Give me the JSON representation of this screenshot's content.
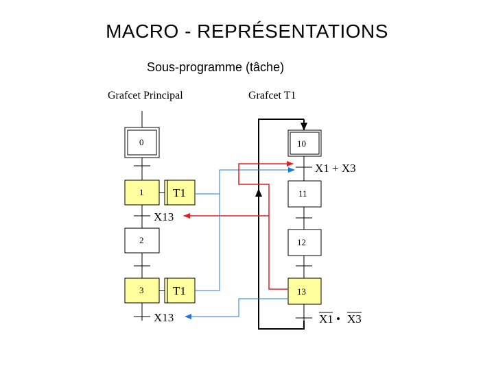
{
  "title": "MACRO - REPRÉSENTATIONS",
  "subtitle": "Sous-programme (tâche)",
  "colors": {
    "step_active": "#ffffa0",
    "red_arrow": "#e02020",
    "blue_arrow": "#1e78dc",
    "line": "#000000"
  },
  "principal": {
    "heading": "Grafcet Principal",
    "steps": [
      "0",
      "1",
      "2",
      "3"
    ],
    "macro_labels": [
      "T1",
      "T1"
    ],
    "transitions": [
      "X13",
      "X13"
    ]
  },
  "t1": {
    "heading": "Grafcet T1",
    "steps": [
      "10",
      "11",
      "12",
      "13"
    ],
    "transition_top": "X1 + X3",
    "transition_bottom": {
      "left": "X1",
      "dot": "•",
      "right": "X3"
    }
  }
}
